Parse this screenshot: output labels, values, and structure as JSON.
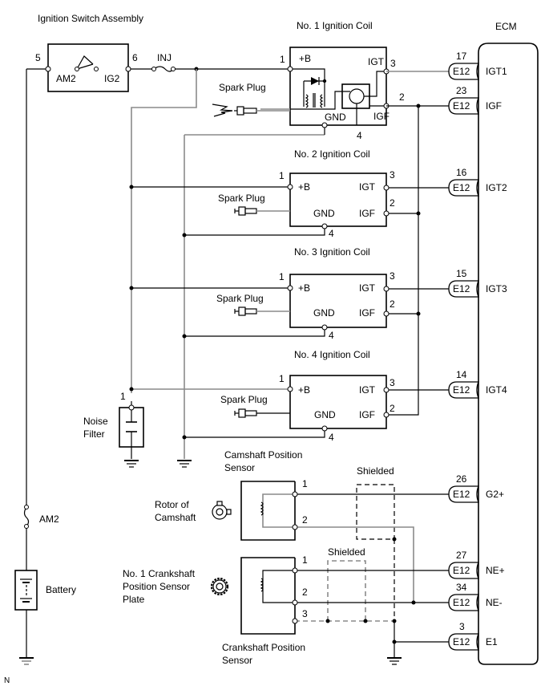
{
  "diagram": {
    "footer_mark": "N",
    "ecm": {
      "title": "ECM"
    },
    "ignition_switch": {
      "title": "Ignition Switch Assembly",
      "pin_left": "5",
      "pin_right": "6",
      "contact_left": "AM2",
      "contact_right": "IG2"
    },
    "fuse_inj": "INJ",
    "fuse_am2": "AM2",
    "battery": "Battery",
    "noise_filter": {
      "label_line1": "Noise",
      "label_line2": "Filter",
      "pin": "1"
    },
    "coils": [
      {
        "title": "No. 1 Ignition Coil",
        "spark_plug": "Spark Plug",
        "pin_b": "1",
        "label_b": "+B",
        "pin_igt": "3",
        "label_igt": "IGT",
        "pin_igf": "2",
        "label_igf": "IGF",
        "pin_gnd": "4",
        "label_gnd": "GND"
      },
      {
        "title": "No. 2 Ignition Coil",
        "spark_plug": "Spark Plug",
        "pin_b": "1",
        "label_b": "+B",
        "pin_igt": "3",
        "label_igt": "IGT",
        "pin_igf": "2",
        "label_igf": "IGF",
        "pin_gnd": "4",
        "label_gnd": "GND"
      },
      {
        "title": "No. 3 Ignition Coil",
        "spark_plug": "Spark Plug",
        "pin_b": "1",
        "label_b": "+B",
        "pin_igt": "3",
        "label_igt": "IGT",
        "pin_igf": "2",
        "label_igf": "IGF",
        "pin_gnd": "4",
        "label_gnd": "GND"
      },
      {
        "title": "No. 4 Ignition Coil",
        "spark_plug": "Spark Plug",
        "pin_b": "1",
        "label_b": "+B",
        "pin_igt": "3",
        "label_igt": "IGT",
        "pin_igf": "2",
        "label_igf": "IGF",
        "pin_gnd": "4",
        "label_gnd": "GND"
      }
    ],
    "ecm_terminals": [
      {
        "pin": "17",
        "connector": "E12",
        "signal": "IGT1"
      },
      {
        "pin": "23",
        "connector": "E12",
        "signal": "IGF"
      },
      {
        "pin": "16",
        "connector": "E12",
        "signal": "IGT2"
      },
      {
        "pin": "15",
        "connector": "E12",
        "signal": "IGT3"
      },
      {
        "pin": "14",
        "connector": "E12",
        "signal": "IGT4"
      },
      {
        "pin": "26",
        "connector": "E12",
        "signal": "G2+"
      },
      {
        "pin": "27",
        "connector": "E12",
        "signal": "NE+"
      },
      {
        "pin": "34",
        "connector": "E12",
        "signal": "NE-"
      },
      {
        "pin": "3",
        "connector": "E12",
        "signal": "E1"
      }
    ],
    "cam_sensor": {
      "title_line1": "Camshaft Position",
      "title_line2": "Sensor",
      "rotor_line1": "Rotor of",
      "rotor_line2": "Camshaft",
      "pin1": "1",
      "pin2": "2",
      "shield": "Shielded"
    },
    "crank_sensor": {
      "title_line1": "Crankshaft Position",
      "title_line2": "Sensor",
      "plate_line1": "No. 1 Crankshaft",
      "plate_line2": "Position Sensor",
      "plate_line3": "Plate",
      "pin1": "1",
      "pin2": "2",
      "pin3": "3",
      "shield": "Shielded"
    }
  }
}
